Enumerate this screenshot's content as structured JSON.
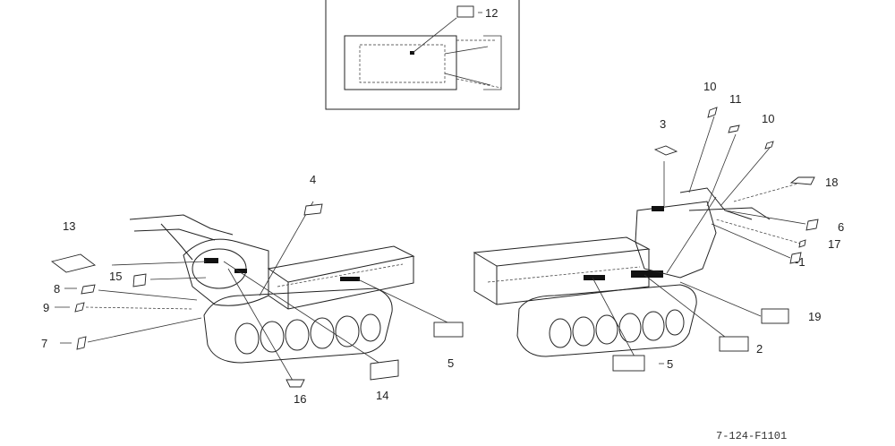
{
  "callouts": [
    {
      "id": "c1",
      "text": "-1"
    },
    {
      "id": "c2",
      "text": "2"
    },
    {
      "id": "c3",
      "text": "3"
    },
    {
      "id": "c4",
      "text": "4"
    },
    {
      "id": "c5a",
      "text": "5"
    },
    {
      "id": "c5b",
      "text": "5"
    },
    {
      "id": "c6",
      "text": "6"
    },
    {
      "id": "c7",
      "text": "7"
    },
    {
      "id": "c8",
      "text": "8"
    },
    {
      "id": "c9",
      "text": "9"
    },
    {
      "id": "c10a",
      "text": "10"
    },
    {
      "id": "c10b",
      "text": "10"
    },
    {
      "id": "c11",
      "text": "11"
    },
    {
      "id": "c12",
      "text": "12"
    },
    {
      "id": "c13",
      "text": "13"
    },
    {
      "id": "c14",
      "text": "14"
    },
    {
      "id": "c15",
      "text": "15"
    },
    {
      "id": "c16",
      "text": "16"
    },
    {
      "id": "c17",
      "text": "17"
    },
    {
      "id": "c18",
      "text": "18"
    },
    {
      "id": "c19",
      "text": "19"
    }
  ],
  "diagram_code": "7-124-F1101"
}
